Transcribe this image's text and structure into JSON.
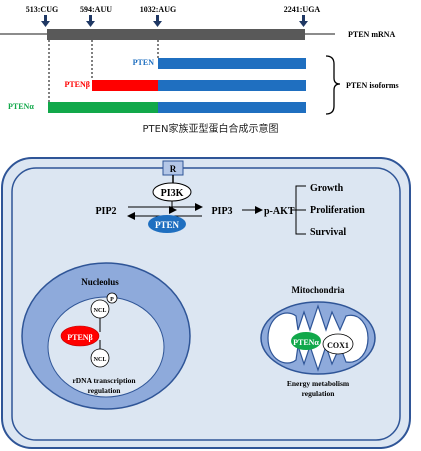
{
  "caption": "PTEN家族亚型蛋白合成示意图",
  "mrna": {
    "sites": [
      "513:CUG",
      "594:AUU",
      "1032:AUG",
      "2241:UGA"
    ],
    "label": "PTEN mRNA"
  },
  "isoforms": {
    "pten": "PTEN",
    "pten_beta": "PTENβ",
    "pten_alpha": "PTENα",
    "group_label": "PTEN isoforms"
  },
  "cell": {
    "receptor": "R",
    "pi3k": "PI3K",
    "pip2": "PIP2",
    "pip3": "PIP3",
    "pakt": "p-AKT",
    "pten_enzyme": "PTEN",
    "outcomes": [
      "Growth",
      "Proliferation",
      "Survival"
    ]
  },
  "nucleolus": {
    "title": "Nucleolus",
    "phospho": "P",
    "ncl_top": "NCL",
    "pten_beta": "PTENβ",
    "ncl_bottom": "NCL",
    "function_line1": "rDNA transcription",
    "function_line2": "regulation"
  },
  "mitochondria": {
    "title": "Mitochondria",
    "pten_alpha": "PTENα",
    "cox1": "COX1",
    "function_line1": "Energy metabolism",
    "function_line2": "regulation"
  },
  "colors": {
    "pten_blue": "#1f6fc0",
    "pten_beta_red": "#ff0000",
    "pten_alpha_green": "#11a84a",
    "mrna_gray": "#595959",
    "cell_border": "#2f5597",
    "cytoplasm": "#dce6f2",
    "nucleus_fill": "#8eaadb"
  }
}
